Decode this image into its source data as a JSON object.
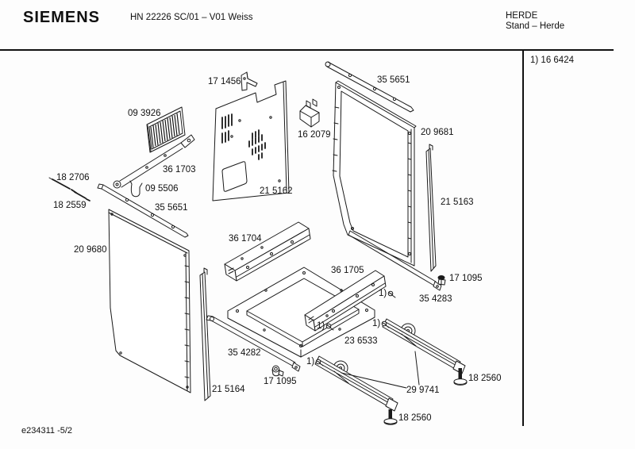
{
  "header": {
    "brand": "SIEMENS",
    "model": "HN 22226 SC/01 – V01 Weiss",
    "category": "HERDE",
    "subcategory": "Stand – Herde"
  },
  "legend": {
    "footnote": "1) 16 6424"
  },
  "footer": {
    "doc_ref": "e234311 -5/2"
  },
  "colors": {
    "line": "#1a1a1a",
    "background": "#ffffff"
  },
  "diagram": {
    "labels": [
      {
        "part": "17-1456",
        "text": "17 1456"
      },
      {
        "part": "09-3926",
        "text": "09 3926"
      },
      {
        "part": "35-5651-top",
        "text": "35 5651"
      },
      {
        "part": "16-2079",
        "text": "16 2079"
      },
      {
        "part": "20-9681",
        "text": "20 9681"
      },
      {
        "part": "36-1703",
        "text": "36 1703"
      },
      {
        "part": "09-5506",
        "text": "09 5506"
      },
      {
        "part": "21-5162",
        "text": "21 5162"
      },
      {
        "part": "18-2706",
        "text": "18 2706"
      },
      {
        "part": "18-2559",
        "text": "18 2559"
      },
      {
        "part": "35-5651-left",
        "text": "35 5651"
      },
      {
        "part": "21-5163",
        "text": "21 5163"
      },
      {
        "part": "20-9680",
        "text": "20 9680"
      },
      {
        "part": "36-1704",
        "text": "36 1704"
      },
      {
        "part": "36-1705",
        "text": "36 1705"
      },
      {
        "part": "17-1095-right",
        "text": "17 1095"
      },
      {
        "part": "35-4283",
        "text": "35 4283"
      },
      {
        "part": "23-6533",
        "text": "23 6533"
      },
      {
        "part": "35-4282",
        "text": "35 4282"
      },
      {
        "part": "17-1095-bottom",
        "text": "17 1095"
      },
      {
        "part": "21-5164",
        "text": "21 5164"
      },
      {
        "part": "29-9741",
        "text": "29 9741"
      },
      {
        "part": "18-2560-right",
        "text": "18 2560"
      },
      {
        "part": "18-2560-bottom",
        "text": "18 2560"
      },
      {
        "part": "marker-1",
        "text": "1)"
      },
      {
        "part": "marker-2",
        "text": "1)"
      },
      {
        "part": "marker-3",
        "text": "1)"
      },
      {
        "part": "marker-4",
        "text": "1)"
      }
    ]
  }
}
